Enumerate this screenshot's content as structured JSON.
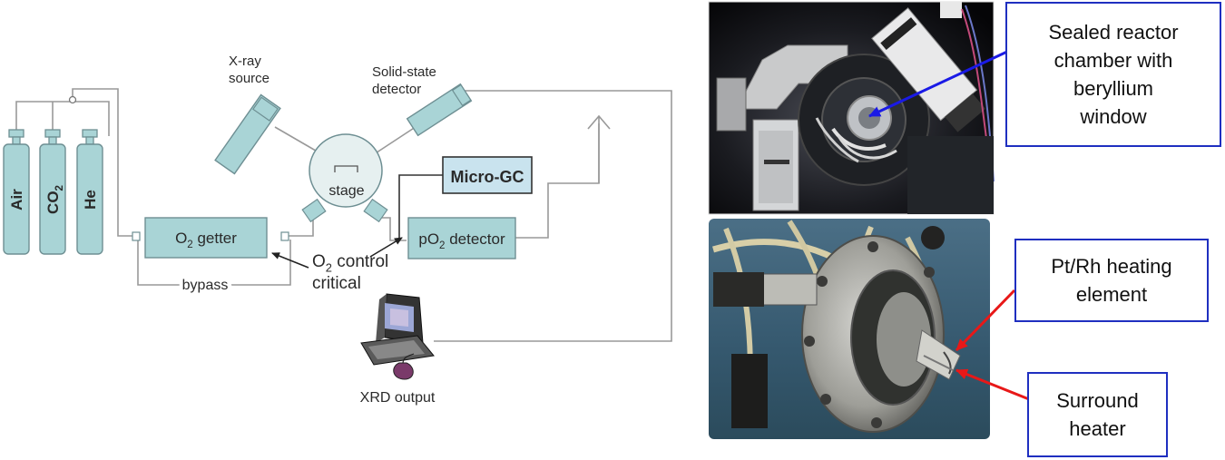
{
  "schematic": {
    "cylinders": [
      "Air",
      "CO2",
      "He"
    ],
    "xray_source": "X-ray\nsource",
    "detector": "Solid-state\ndetector",
    "stage": "stage",
    "micro_gc": "Micro-GC",
    "o2_getter": "O2 getter",
    "po2_detector": "pO2 detector",
    "bypass": "bypass",
    "o2_control": "O2 control\ncritical",
    "xrd_output": "XRD output"
  },
  "callouts": {
    "reactor": "Sealed reactor\nchamber with\nberyllium\nwindow",
    "heating": "Pt/Rh heating\nelement",
    "surround": "Surround\nheater"
  },
  "colors": {
    "component_fill": "#a9d4d6",
    "component_stroke": "#6e8f93",
    "pipe": "#999999",
    "control_text": "#e8412c",
    "callout_border": "#1f2fc0",
    "arrow_blue": "#1a1ae6",
    "arrow_red": "#e81818"
  }
}
